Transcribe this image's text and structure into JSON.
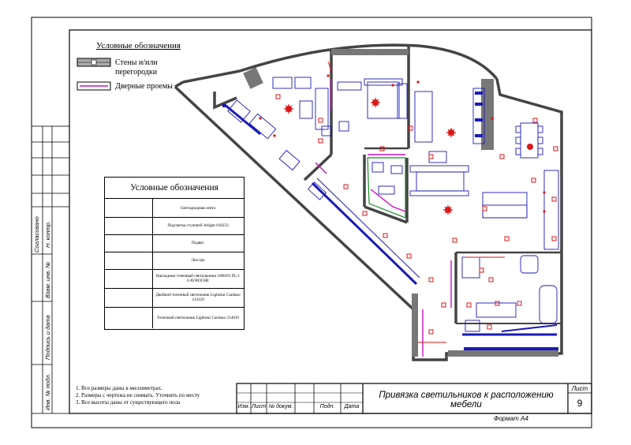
{
  "legend_top": {
    "title": "Условные обозначения",
    "walls_label": "Стены и/или\nперегородки",
    "doors_label": "Дверные проемы"
  },
  "legend_table": {
    "title": "Условные обозначения",
    "rows": [
      {
        "symbol": "led-strip",
        "text": "Светодиодная лента"
      },
      {
        "symbol": "dot",
        "text": "Подсветка ступеней Arlight 018233"
      },
      {
        "symbol": "pendant",
        "text": "Подвес"
      },
      {
        "symbol": "chandelier",
        "text": "Люстра"
      },
      {
        "symbol": "cross",
        "text": "Накладные точечный светильники 1800/03 PL-1 GAVROCHE"
      },
      {
        "symbol": "double-square",
        "text": "Двойной точечный светильник Lightstar Cardano 214120"
      },
      {
        "symbol": "square",
        "text": "Точечный светильник Lightstar Cardano 214010"
      }
    ]
  },
  "notes": [
    "1.   Все  размеры даны в миллиметрах.",
    "2.   Размеры с чертежа не снимать. Уточнять по месту",
    "3.   Все высоты даны от существующего пола"
  ],
  "stamp": {
    "title": "Привязка светильников к расположению мебели",
    "sheet_label": "Лист",
    "sheet_number": "9",
    "format": "Формат А4",
    "columns": [
      "Изм.",
      "Лист",
      "№ докум.",
      "Подп.",
      "Дата"
    ]
  },
  "side_block": {
    "labels": [
      "Согласовано",
      "Н. контр.",
      "Взам. инв. №",
      "Подпись и дата",
      "Инв. № подл."
    ]
  },
  "colors": {
    "furniture": "#1a1ab8",
    "light": "#d81818",
    "wall": "#444444",
    "door": "#d010c0",
    "bath": "#1a8a2a"
  }
}
